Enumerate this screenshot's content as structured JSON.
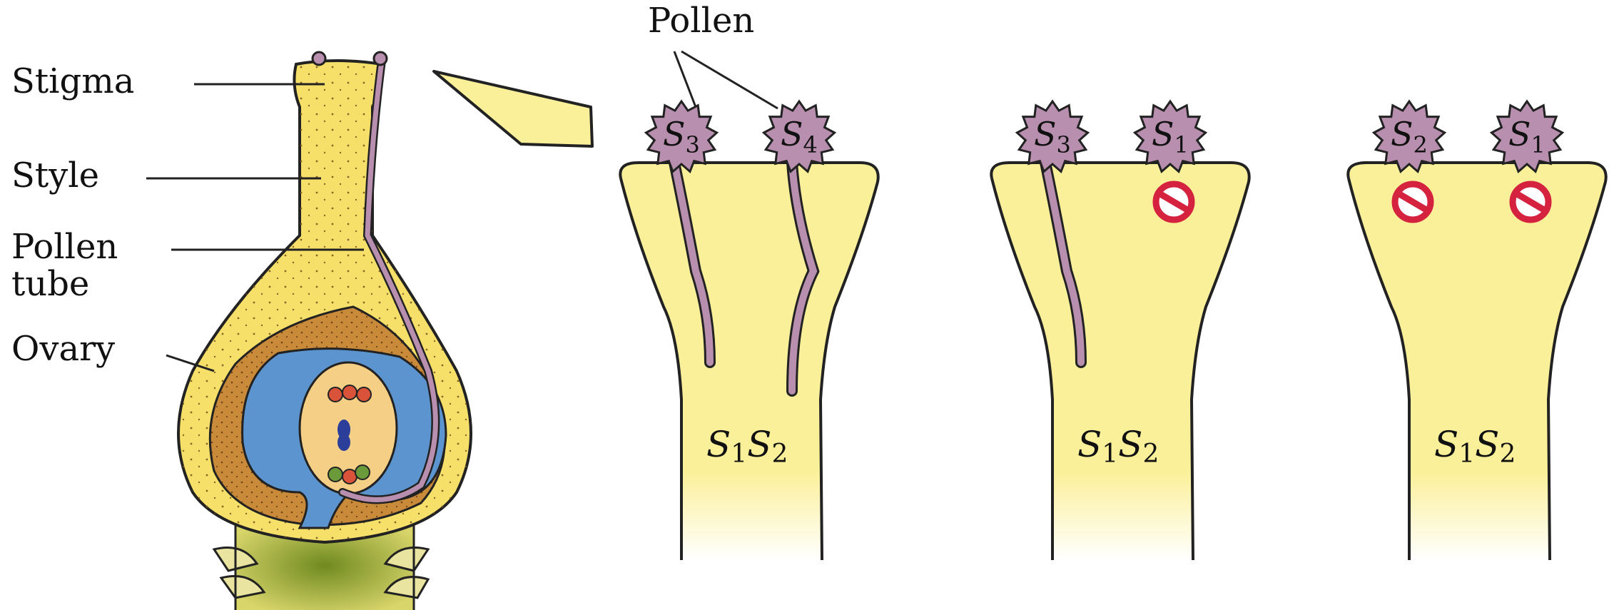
{
  "labels": {
    "stigma": "Stigma",
    "style": "Style",
    "pollen_tube_line1": "Pollen",
    "pollen_tube_line2": "tube",
    "ovary": "Ovary",
    "pollen": "Pollen"
  },
  "panels": [
    {
      "genotype": {
        "letter": "S",
        "sub1": "1",
        "letter2": "S",
        "sub2": "2"
      },
      "grains": [
        {
          "letter": "S",
          "sub": "3",
          "tube": true
        },
        {
          "letter": "S",
          "sub": "4",
          "tube": true
        }
      ]
    },
    {
      "genotype": {
        "letter": "S",
        "sub1": "1",
        "letter2": "S",
        "sub2": "2"
      },
      "grains": [
        {
          "letter": "S",
          "sub": "3",
          "tube": true
        },
        {
          "letter": "S",
          "sub": "1",
          "tube": false
        }
      ]
    },
    {
      "genotype": {
        "letter": "S",
        "sub1": "1",
        "letter2": "S",
        "sub2": "2"
      },
      "grains": [
        {
          "letter": "S",
          "sub": "2",
          "tube": false
        },
        {
          "letter": "S",
          "sub": "1",
          "tube": false
        }
      ]
    }
  ],
  "colors": {
    "pistil_yellow": "#f6e06a",
    "pale_yellow": "#fbf09a",
    "ovary_brown": "#c98a3a",
    "ovule_blue": "#5b94cf",
    "embryo_sac": "#f5cf86",
    "pollen_mauve": "#b88fae",
    "blocked_red": "#d4223f",
    "stalk_green": "#8aa23a"
  },
  "icons": {
    "arrow": "callout-arrow-icon",
    "blocked": "no-entry-icon"
  }
}
